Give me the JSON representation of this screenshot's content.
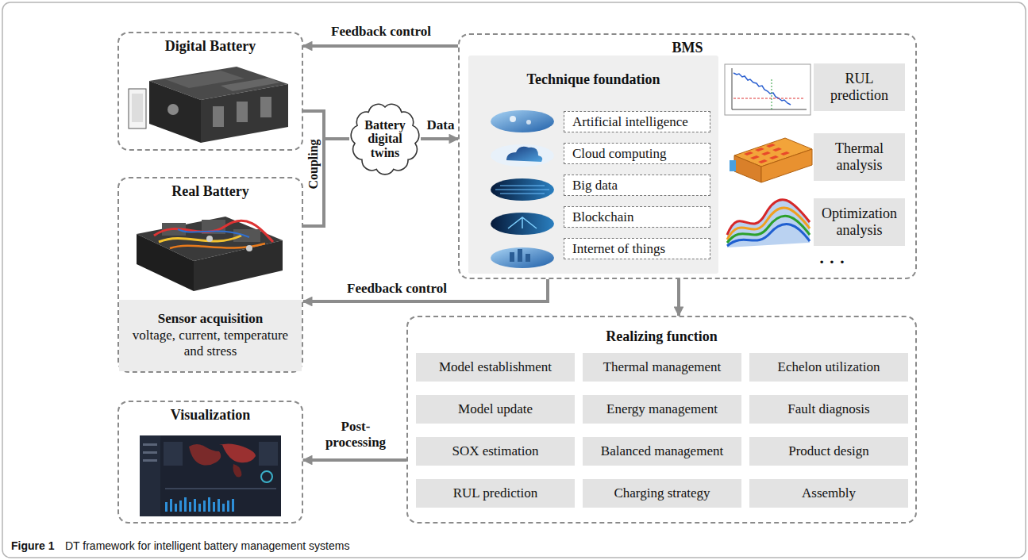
{
  "diagram": {
    "caption": "DT framework for intelligent battery management systems",
    "nodes": [
      {
        "text": [
          "Digital Battery"
        ]
      },
      {
        "text": [
          "Real Battery"
        ]
      },
      {
        "text": [
          "Sensor acquisition",
          "voltage, current, temperature and stress"
        ],
        "in": 1
      },
      {
        "text": [
          "Battery digital twins"
        ]
      },
      {
        "text": [
          "BMS"
        ]
      },
      {
        "text": [
          "Technique foundation"
        ],
        "in": 4
      },
      {
        "text": [
          "Artificial intelligence"
        ],
        "in": 5
      },
      {
        "text": [
          "Cloud computing"
        ],
        "in": 5
      },
      {
        "text": [
          "Big data"
        ],
        "in": 5
      },
      {
        "text": [
          "Blockchain"
        ],
        "in": 5
      },
      {
        "text": [
          "Internet of things"
        ],
        "in": 5
      },
      {
        "text": [
          "RUL prediction"
        ],
        "in": 4
      },
      {
        "text": [
          "Thermal analysis"
        ],
        "in": 4
      },
      {
        "text": [
          "Optimization analysis"
        ],
        "in": 4
      },
      {
        "text": [
          "Realizing function"
        ]
      },
      {
        "text": [
          "Model establishment"
        ],
        "in": 14
      },
      {
        "text": [
          "Thermal management"
        ],
        "in": 14
      },
      {
        "text": [
          "Echelon utilization"
        ],
        "in": 14
      },
      {
        "text": [
          "Model update"
        ],
        "in": 14
      },
      {
        "text": [
          "Energy management"
        ],
        "in": 14
      },
      {
        "text": [
          "Fault diagnosis"
        ],
        "in": 14
      },
      {
        "text": [
          "SOX estimation"
        ],
        "in": 14
      },
      {
        "text": [
          "Balanced management"
        ],
        "in": 14
      },
      {
        "text": [
          "Product design"
        ],
        "in": 14
      },
      {
        "text": [
          "RUL prediction"
        ],
        "in": 14
      },
      {
        "text": [
          "Charging strategy"
        ],
        "in": 14
      },
      {
        "text": [
          "Assembly"
        ],
        "in": 14
      },
      {
        "text": [
          "Visualization"
        ]
      }
    ],
    "edges": [
      {
        "from": 4,
        "to": 0,
        "arrow": "to",
        "label": "Feedback control"
      },
      {
        "from": 0,
        "to": 3,
        "arrow": "none"
      },
      {
        "from": 1,
        "to": 3,
        "arrow": "none"
      },
      {
        "from": 3,
        "to": 4,
        "arrow": "to",
        "label": "Data"
      },
      {
        "from": 4,
        "to": 1,
        "arrow": "to",
        "label": "Feedback control"
      },
      {
        "from": 4,
        "to": 14,
        "arrow": "to"
      },
      {
        "from": 14,
        "to": 27,
        "arrow": "to",
        "label": "Post-processing"
      }
    ],
    "labels": [
      "Coupling",
      "· · ·",
      "Figure 1"
    ]
  }
}
